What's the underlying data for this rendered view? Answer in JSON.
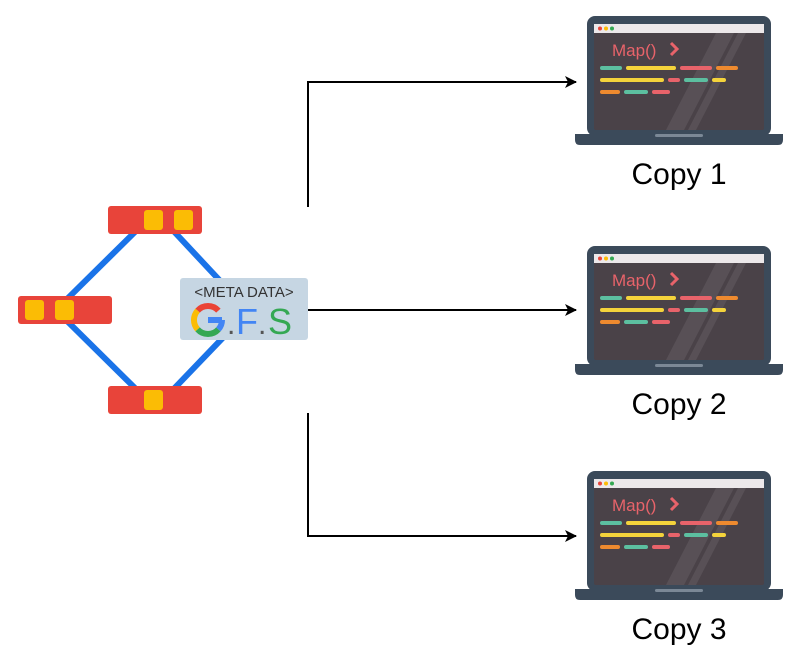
{
  "gfs": {
    "meta_label": "<META DATA>",
    "letters": [
      "G",
      ".",
      "F",
      ".",
      "S"
    ],
    "letter_colors": [
      "#4285F4",
      "#555555",
      "#4285F4",
      "#555555",
      "#34A853"
    ],
    "g_colors": {
      "red": "#EA4335",
      "yellow": "#FBBC05",
      "green": "#34A853",
      "blue": "#4285F4"
    },
    "badge_color": "#c6d6e3"
  },
  "cluster": {
    "link_color": "#1a73e8",
    "node_color": "#e8443a",
    "chunk_color": "#fbbc05"
  },
  "laptops": [
    {
      "screen_title": "Map()",
      "caption": "Copy 1"
    },
    {
      "screen_title": "Map()",
      "caption": "Copy 2"
    },
    {
      "screen_title": "Map()",
      "caption": "Copy 3"
    }
  ],
  "colors": {
    "laptop_frame": "#3b4a5a",
    "laptop_screen": "#4a4248",
    "code_title": "#e8636a",
    "code_green": "#5cbfa0",
    "code_yellow": "#f4d33b",
    "code_pink": "#e8636a",
    "code_orange": "#ee8a2f",
    "arrow": "#000000"
  }
}
